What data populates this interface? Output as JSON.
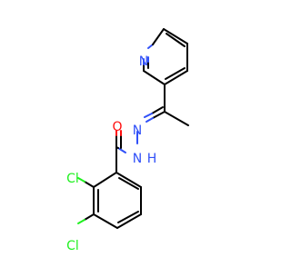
{
  "molecule": {
    "colors": {
      "bond": "#000000",
      "nitrogen": "#3050F8",
      "oxygen": "#FF0D0D",
      "chlorine": "#1FF01F"
    },
    "atom_labels": [
      {
        "id": "N_py",
        "text": "N",
        "element": "nitrogen"
      },
      {
        "id": "N_imine",
        "text": "N",
        "element": "nitrogen"
      },
      {
        "id": "N_amide",
        "text": "N",
        "element": "nitrogen"
      },
      {
        "id": "H_amide",
        "text": "H",
        "element": "nitrogen"
      },
      {
        "id": "O_carbonyl",
        "text": "O",
        "element": "oxygen"
      },
      {
        "id": "Cl_2",
        "text": "Cl",
        "element": "chlorine"
      },
      {
        "id": "Cl_3",
        "text": "Cl",
        "element": "chlorine"
      }
    ]
  }
}
